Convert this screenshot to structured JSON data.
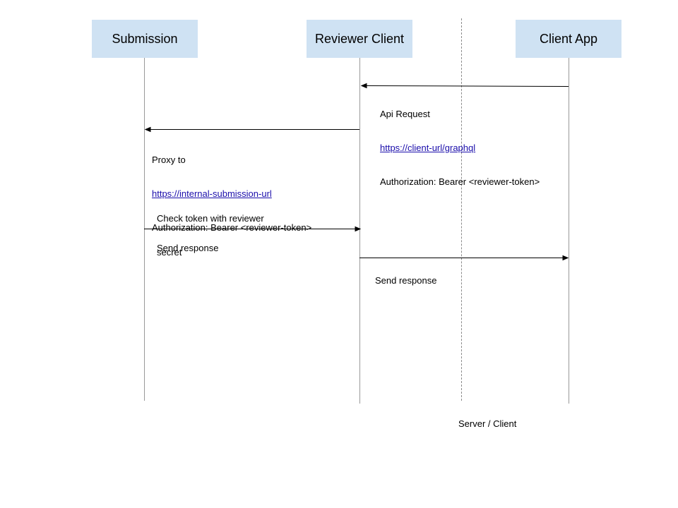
{
  "participants": {
    "submission": "Submission",
    "reviewer_client": "Reviewer Client",
    "client_app": "Client App"
  },
  "messages": {
    "api_request": {
      "title": "Api Request",
      "url": "https://client-url/graphql",
      "auth": "Authorization: Bearer <reviewer-token>"
    },
    "proxy": {
      "title": "Proxy to",
      "url": "https://internal-submission-url",
      "auth": "Authorization: Bearer <reviewer-token>"
    },
    "check_token": {
      "line1": "Check token with reviewer",
      "line2": "secret"
    },
    "send_response_submission": "Send response",
    "send_response_reviewer": "Send response"
  },
  "divider_label": "Server / Client",
  "colors": {
    "box_fill": "#cfe2f3",
    "lifeline": "#999999",
    "arrow": "#000000",
    "link": "#1a0dab"
  }
}
